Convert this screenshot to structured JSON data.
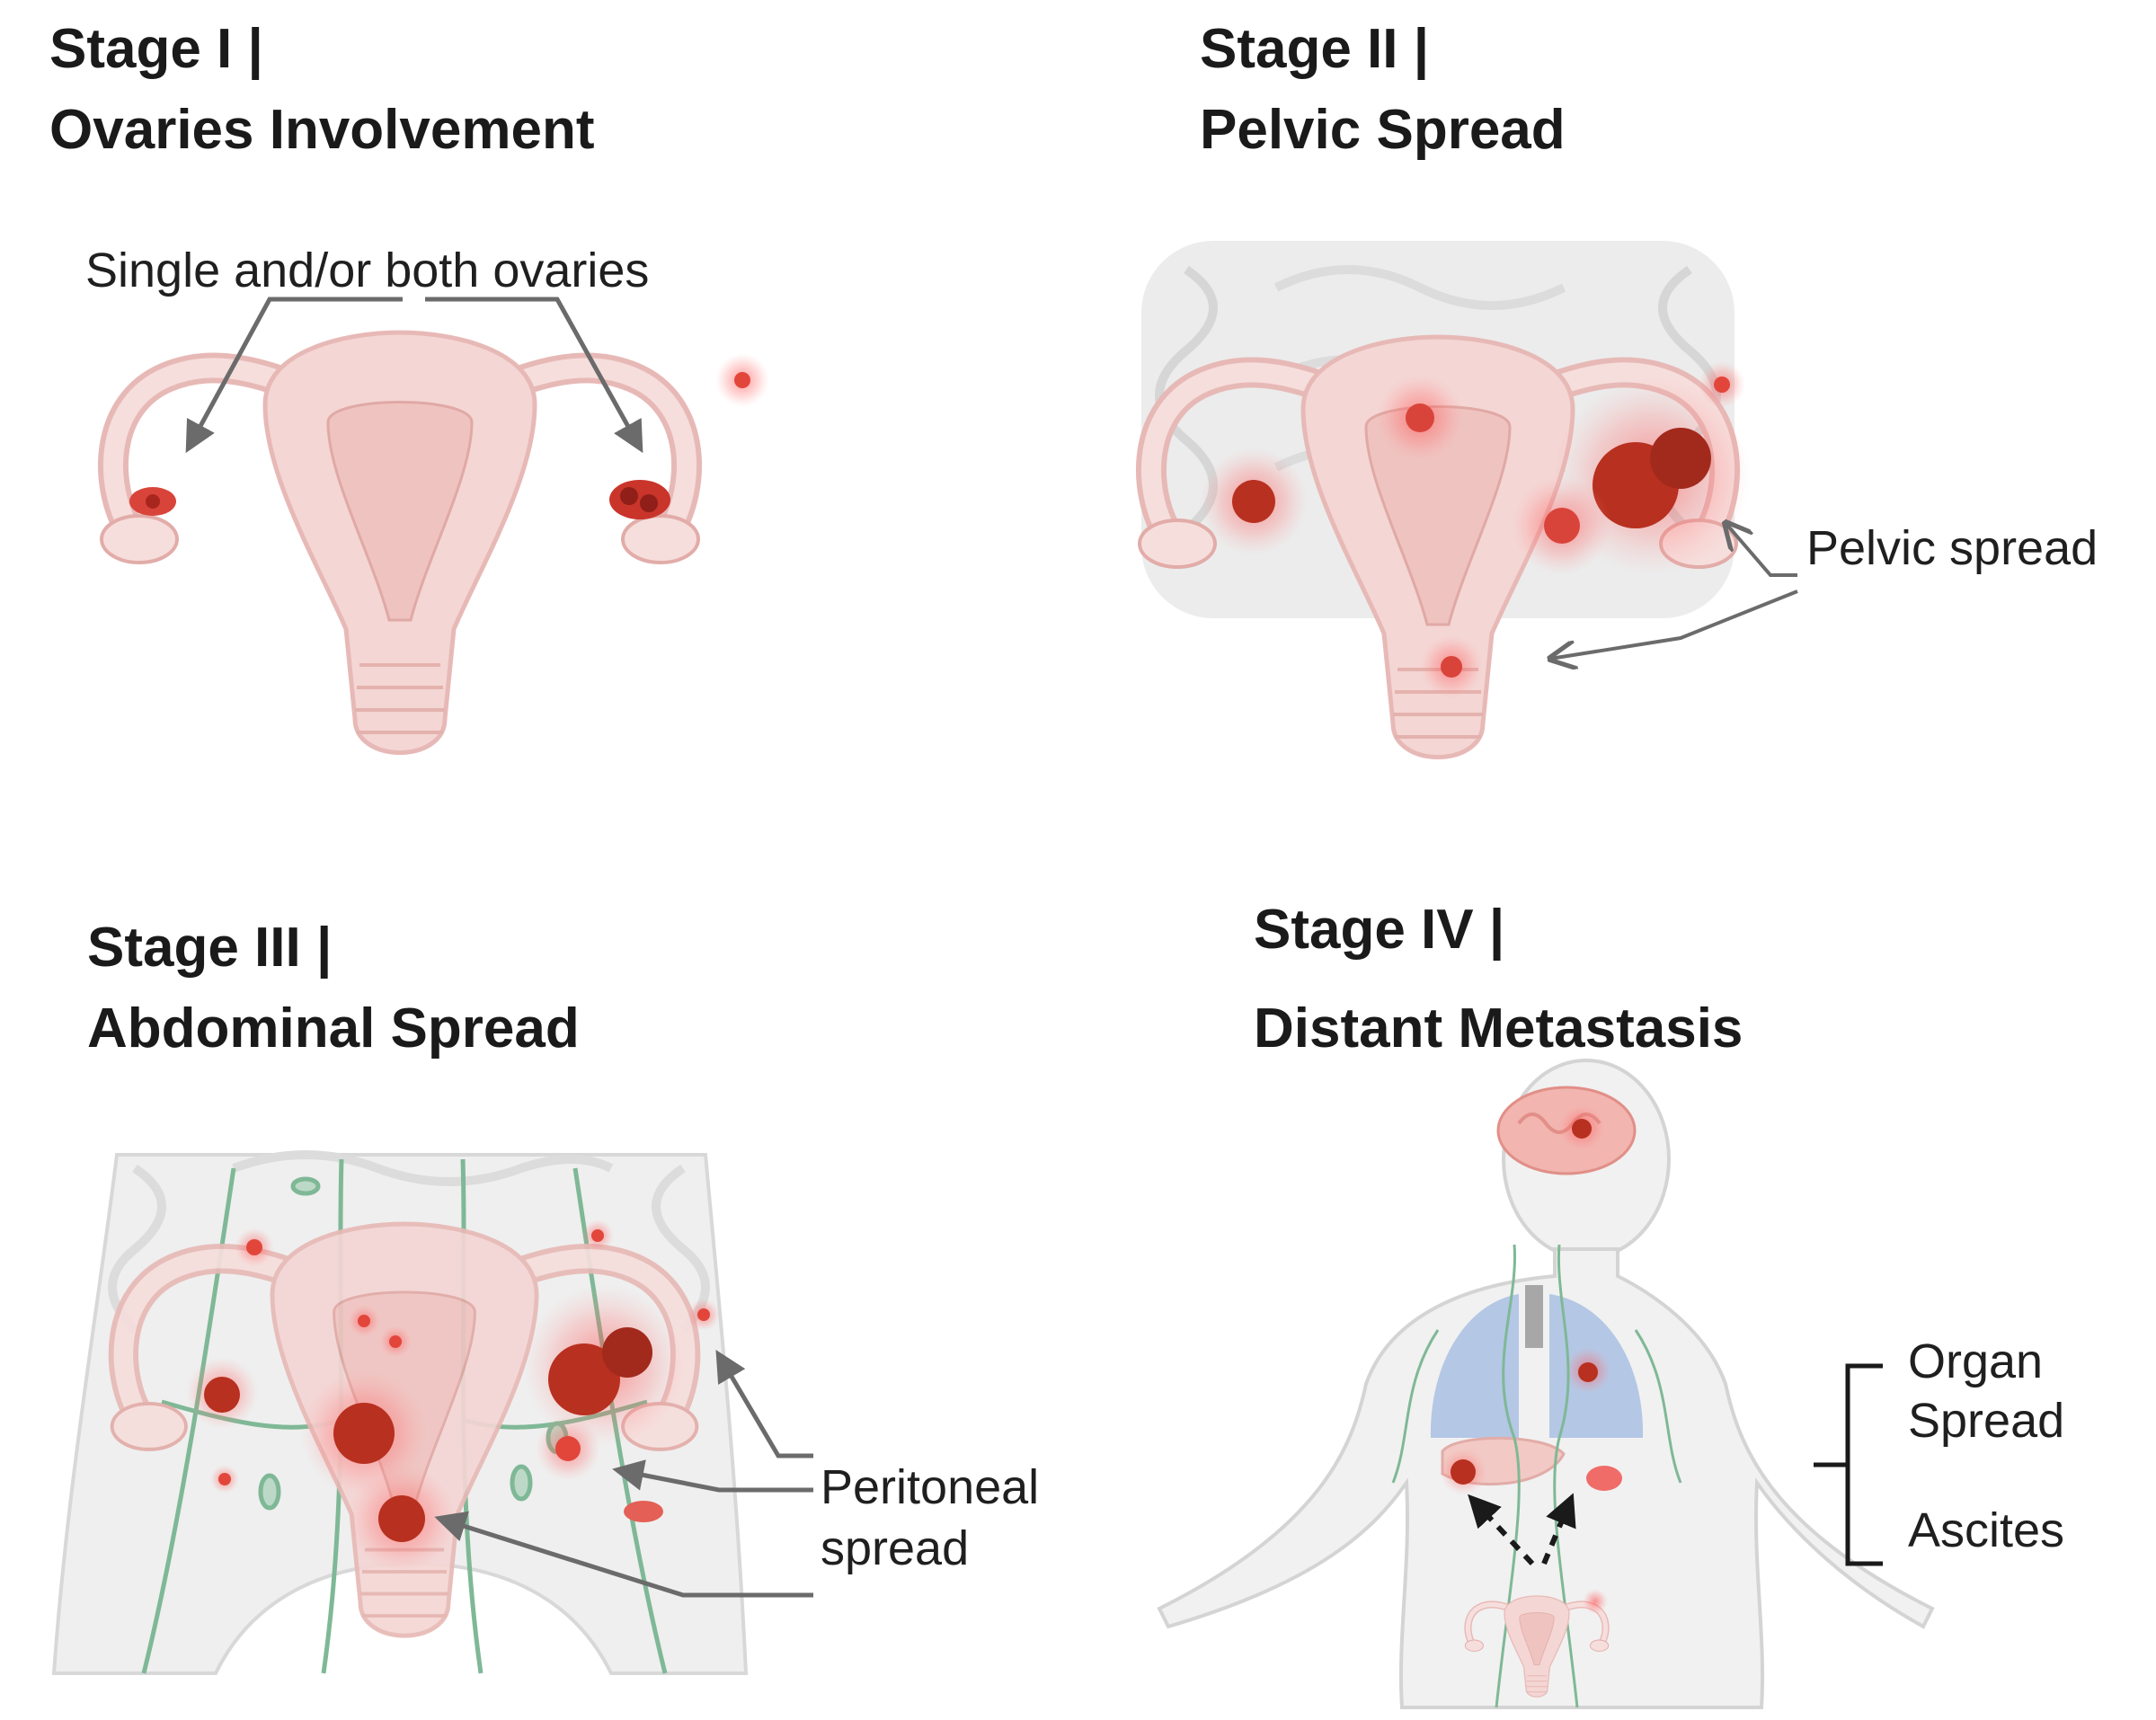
{
  "stages": [
    {
      "heading": "Stage I |",
      "subheading": "Ovaries Involvement",
      "annotation": "Single and/or both ovaries"
    },
    {
      "heading": "Stage II |",
      "subheading": "Pelvic Spread",
      "annotation": "Pelvic spread"
    },
    {
      "heading": "Stage III |",
      "subheading": "Abdominal Spread",
      "annotation_line1": "Peritoneal",
      "annotation_line2": "spread"
    },
    {
      "heading": "Stage IV |",
      "subheading": "Distant Metastasis",
      "annotation_a_line1": "Organ",
      "annotation_a_line2": "Spread",
      "annotation_b": "Ascites"
    }
  ],
  "colors": {
    "uterus_fill": "#f4d6d4",
    "uterus_stroke": "#e7b9b6",
    "tumor": "#c9352b",
    "glow": "#ff4a4a",
    "intestine": "#e9e9e9",
    "lymph": "#7fb896",
    "lung": "#a9c0e3",
    "arrow": "#6b6b6b"
  },
  "icons": [
    "uterus-icon",
    "intestine-icon",
    "tumor-icon",
    "lymph-node-icon",
    "human-body-icon",
    "brain-icon",
    "lung-icon"
  ]
}
